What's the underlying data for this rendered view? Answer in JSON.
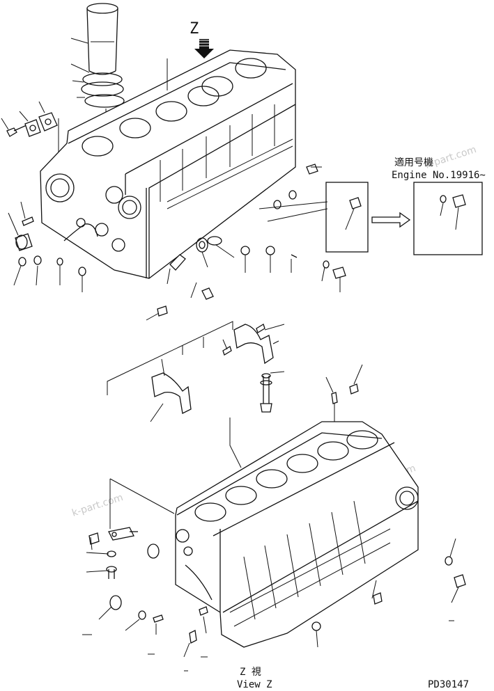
{
  "view_marker": "Z",
  "applicable_model_jp": "適用号機",
  "engine_no_label": "Engine No.19916~",
  "view_caption_jp": "Z 視",
  "view_caption_en": "View Z",
  "drawing_code": "PD30147",
  "watermark": "k-part.com",
  "colors": {
    "ink": "#111111",
    "paper": "#ffffff",
    "watermark": "#c9c9c9"
  }
}
